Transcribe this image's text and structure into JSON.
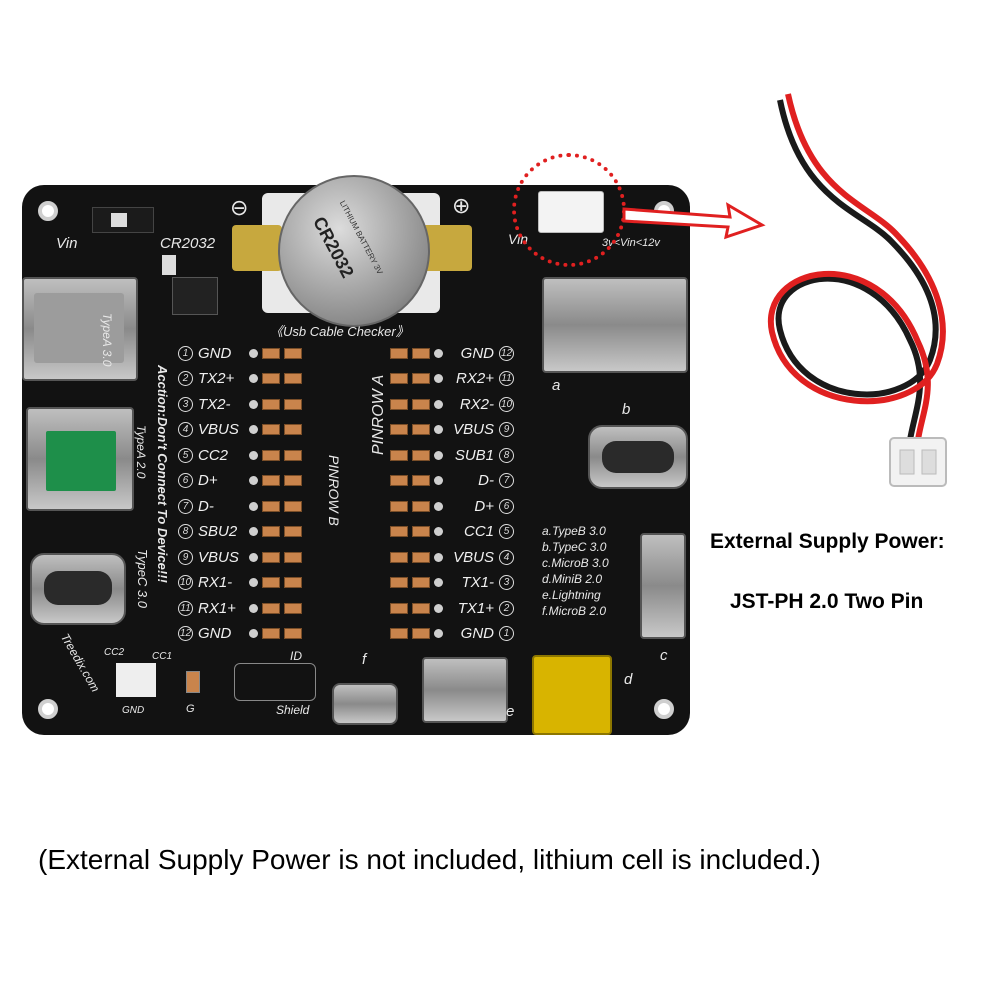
{
  "board": {
    "switch_label_left": "Vin",
    "switch_label_right": "CR2032",
    "minus_sign": "⊖",
    "plus_sign": "⊕",
    "battery_text": "CR2032",
    "battery_subtext": "LITHIUM BATTERY 3V",
    "header_title": "《Usb Cable Checker》",
    "vin_label": "Vin",
    "vin_range": "3v<Vin<12v",
    "pinrow_a": "PINROW A",
    "pinrow_b": "PINROW B",
    "left_labels": {
      "typea3": "TypeA 3.0",
      "warning": "Acction:Don't Connect To Device!!!",
      "typea2": "TypeA 2.0",
      "typec3": "TypeC 3.0",
      "brand": "Treedix.com"
    },
    "cc_labels": {
      "cc2": "CC2",
      "cc1": "CC1",
      "gnd": "GND",
      "g": "G"
    },
    "id_label": "ID",
    "shield_label": "Shield",
    "letters": {
      "a": "a",
      "b": "b",
      "c": "c",
      "d": "d",
      "e": "e",
      "f": "f"
    },
    "legend": [
      "a.TypeB 3.0",
      "b.TypeC 3.0",
      "c.MicroB 3.0",
      "d.MiniB 2.0",
      "e.Lightning",
      "f.MicroB 2.0"
    ],
    "pinrow_b_pins": [
      {
        "n": "1",
        "label": "GND"
      },
      {
        "n": "2",
        "label": "TX2+"
      },
      {
        "n": "3",
        "label": "TX2-"
      },
      {
        "n": "4",
        "label": "VBUS"
      },
      {
        "n": "5",
        "label": "CC2"
      },
      {
        "n": "6",
        "label": "D+"
      },
      {
        "n": "7",
        "label": "D-"
      },
      {
        "n": "8",
        "label": "SBU2"
      },
      {
        "n": "9",
        "label": "VBUS"
      },
      {
        "n": "10",
        "label": "RX1-"
      },
      {
        "n": "11",
        "label": "RX1+"
      },
      {
        "n": "12",
        "label": "GND"
      }
    ],
    "pinrow_a_pins": [
      {
        "n": "12",
        "label": "GND"
      },
      {
        "n": "11",
        "label": "RX2+"
      },
      {
        "n": "10",
        "label": "RX2-"
      },
      {
        "n": "9",
        "label": "VBUS"
      },
      {
        "n": "8",
        "label": "SUB1"
      },
      {
        "n": "7",
        "label": "D-"
      },
      {
        "n": "6",
        "label": "D+"
      },
      {
        "n": "5",
        "label": "CC1"
      },
      {
        "n": "4",
        "label": "VBUS"
      },
      {
        "n": "3",
        "label": "TX1-"
      },
      {
        "n": "2",
        "label": "TX1+"
      },
      {
        "n": "1",
        "label": "GND"
      }
    ]
  },
  "external": {
    "title": "External Supply Power:",
    "subtitle": "JST-PH 2.0 Two Pin"
  },
  "footnote": "(External Supply Power is not included, lithium cell is included.)",
  "colors": {
    "board": "#121212",
    "led": "#c9844c",
    "wire_red": "#e02020",
    "wire_black": "#1a1a1a",
    "arrow": "#e02020",
    "port_green": "#1e8f4a",
    "gold": "#d8b400"
  }
}
